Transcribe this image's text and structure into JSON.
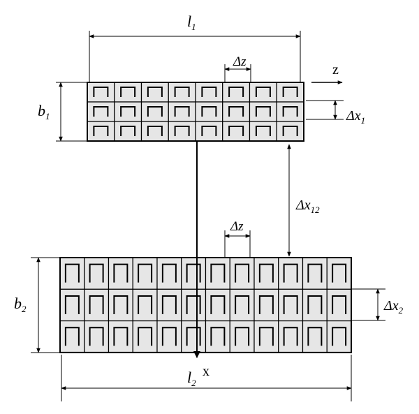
{
  "arrays": {
    "top": {
      "rows": 3,
      "cols": 8
    },
    "bottom": {
      "rows": 3,
      "cols": 12
    }
  },
  "labels": {
    "l1": {
      "base": "l",
      "sub": "1"
    },
    "b1": {
      "base": "b",
      "sub": "1"
    },
    "dz_top": {
      "base": "Δz",
      "sub": ""
    },
    "z_axis": {
      "base": "z",
      "sub": ""
    },
    "dx1": {
      "base": "Δx",
      "sub": "1"
    },
    "dx12": {
      "base": "Δx",
      "sub": "12"
    },
    "dz_bottom": {
      "base": "Δz",
      "sub": ""
    },
    "b2": {
      "base": "b",
      "sub": "2"
    },
    "dx2": {
      "base": "Δx",
      "sub": "2"
    },
    "x_axis": {
      "base": "x",
      "sub": ""
    },
    "l2": {
      "base": "l",
      "sub": "2"
    }
  },
  "colors": {
    "cell_fill": "#e6e6e6",
    "stroke": "#000000"
  }
}
